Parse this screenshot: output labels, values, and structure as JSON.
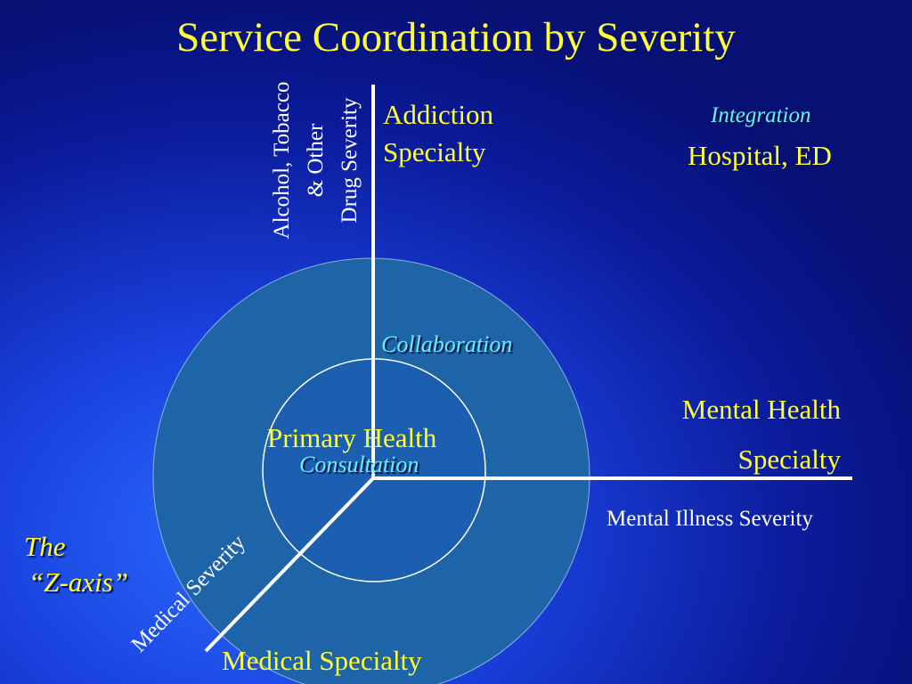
{
  "title": "Service Coordination by Severity",
  "axes": {
    "vertical_label": [
      "Alcohol, Tobacco",
      "& Other",
      "Drug Severity"
    ],
    "horizontal_label": "Mental Illness Severity",
    "diagonal_label": "Medical Severity"
  },
  "quadrants": {
    "addiction": [
      "Addiction",
      "Specialty"
    ],
    "integration": "Integration",
    "hospital": "Hospital, ED",
    "mental_health": [
      "Mental Health",
      "Specialty"
    ],
    "medical": "Medical Specialty"
  },
  "rings": {
    "collaboration": "Collaboration",
    "primary": "Primary Health",
    "consultation": "Consultation"
  },
  "zaxis": [
    "The",
    "“Z-axis”"
  ],
  "colors": {
    "title": "#ffff33",
    "ring": "#1e64a8",
    "accent": "#66eeff"
  }
}
